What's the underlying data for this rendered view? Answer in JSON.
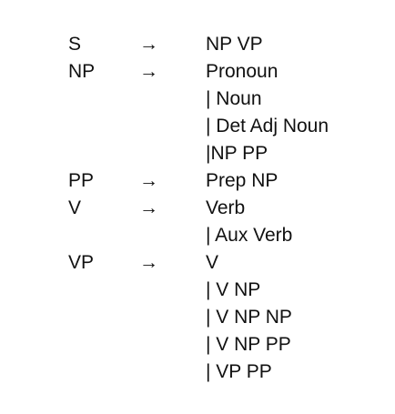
{
  "grammar": {
    "lines": [
      {
        "lhs": "S",
        "arrow": "→",
        "rhs": "NP VP"
      },
      {
        "lhs": "NP",
        "arrow": "→",
        "rhs": "Pronoun"
      },
      {
        "lhs": "",
        "arrow": "",
        "rhs": "| Noun"
      },
      {
        "lhs": "",
        "arrow": "",
        "rhs": "| Det Adj Noun"
      },
      {
        "lhs": "",
        "arrow": "",
        "rhs": "|NP PP"
      },
      {
        "lhs": "PP",
        "arrow": "→",
        "rhs": "Prep NP"
      },
      {
        "lhs": "V",
        "arrow": "→",
        "rhs": "Verb"
      },
      {
        "lhs": "",
        "arrow": "",
        "rhs": "| Aux Verb"
      },
      {
        "lhs": "VP",
        "arrow": "→",
        "rhs": "V"
      },
      {
        "lhs": "",
        "arrow": "",
        "rhs": "| V NP"
      },
      {
        "lhs": "",
        "arrow": "",
        "rhs": "| V NP NP"
      },
      {
        "lhs": "",
        "arrow": "",
        "rhs": "| V NP PP"
      },
      {
        "lhs": "",
        "arrow": "",
        "rhs": "| VP PP"
      }
    ]
  }
}
